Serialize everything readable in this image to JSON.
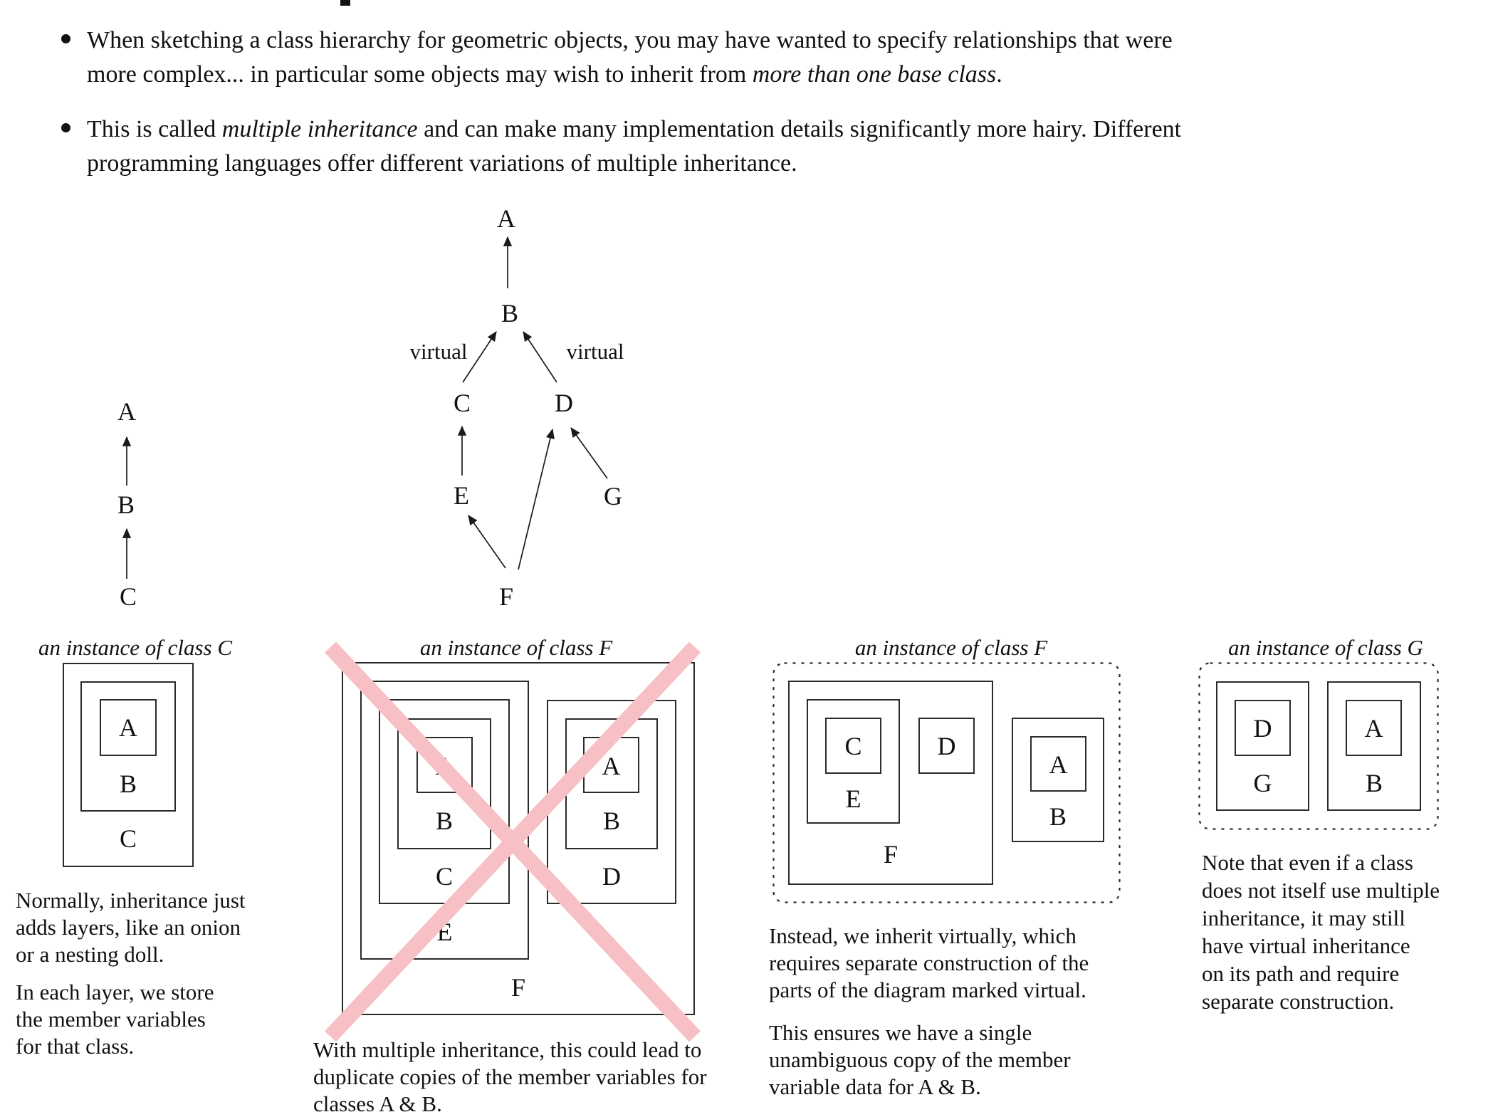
{
  "title_fragment_note": "bottom sliver of a clipped slide title",
  "bullets": [
    {
      "lines": [
        [
          {
            "t": "When sketching a class hierarchy for geometric objects, you may have wanted to specify relationships that were"
          }
        ],
        [
          {
            "t": "more complex... in particular some objects may wish to inherit from "
          },
          {
            "t": "more than one base class",
            "i": true
          },
          {
            "t": "."
          }
        ]
      ]
    },
    {
      "lines": [
        [
          {
            "t": "This is called "
          },
          {
            "t": "multiple inheritance",
            "i": true
          },
          {
            "t": " and can make many implementation details significantly more hairy.  Different"
          }
        ],
        [
          {
            "t": "programming languages offer different variations of multiple inheritance."
          }
        ]
      ]
    }
  ],
  "hierarchy_left": {
    "a": "A",
    "b": "B",
    "c": "C"
  },
  "hierarchy_diamond": {
    "a": "A",
    "b": "B",
    "c": "C",
    "d": "D",
    "e": "E",
    "f": "F",
    "g": "G",
    "virtual_left": "virtual",
    "virtual_right": "virtual"
  },
  "figure_c": {
    "caption": "an instance of class C",
    "label_a": "A",
    "label_b": "B",
    "label_c": "C",
    "note1_lines": [
      "Normally, inheritance just",
      "adds layers, like an onion",
      "or a nesting doll."
    ],
    "note2_lines": [
      "In each layer, we store",
      "the member variables",
      "for that class."
    ]
  },
  "figure_f_duplicate": {
    "caption": "an instance of class F",
    "left": {
      "a": "A",
      "b": "B",
      "c": "C",
      "e": "E"
    },
    "right": {
      "a": "A",
      "b": "B",
      "d": "D"
    },
    "label_f": "F",
    "note_lines": [
      "With multiple inheritance, this could lead to",
      "duplicate copies of the member variables for",
      "classes A & B."
    ]
  },
  "figure_f_virtual": {
    "caption": "an instance of class F",
    "label_c": "C",
    "label_d": "D",
    "label_e": "E",
    "label_f": "F",
    "label_a": "A",
    "label_b": "B",
    "note1_lines": [
      "Instead, we inherit virtually, which",
      "requires separate construction of the",
      "parts of the diagram marked virtual."
    ],
    "note2_lines": [
      "This ensures we have a single",
      "unambiguous copy of the member",
      "variable data for A & B."
    ]
  },
  "figure_g": {
    "caption": "an instance of class G",
    "label_d": "D",
    "label_g": "G",
    "label_a": "A",
    "label_b": "B",
    "note_lines": [
      "Note that even if a class",
      "does not itself use multiple",
      "inheritance, it may still",
      "have virtual inheritance",
      "on its path and require",
      "separate construction."
    ]
  },
  "colors": {
    "cross_pink": "#f7c0c4",
    "ink": "#1a1a1a"
  }
}
